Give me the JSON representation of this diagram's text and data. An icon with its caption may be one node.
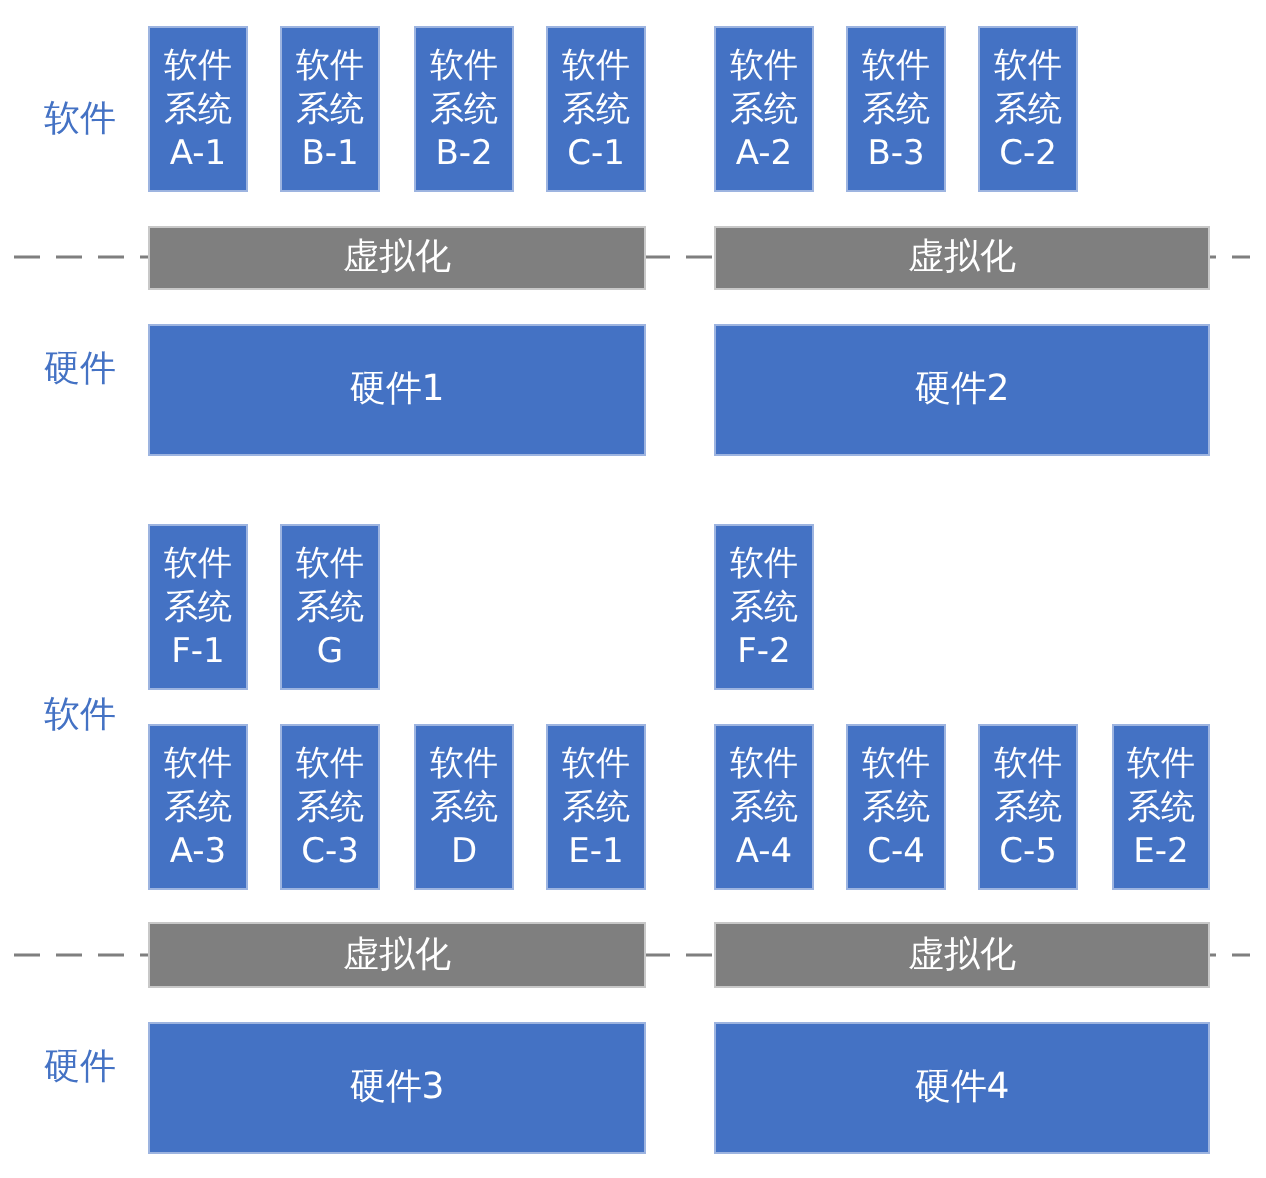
{
  "diagram": {
    "nodes": [
      {
        "text": [
          "软件系统A-1"
        ]
      },
      {
        "text": [
          "软件系统B-1"
        ]
      },
      {
        "text": [
          "软件系统B-2"
        ]
      },
      {
        "text": [
          "软件系统C-1"
        ]
      },
      {
        "text": [
          "软件系统A-2"
        ]
      },
      {
        "text": [
          "软件系统B-3"
        ]
      },
      {
        "text": [
          "软件系统C-2"
        ]
      },
      {
        "text": [
          "虚拟化"
        ]
      },
      {
        "text": [
          "虚拟化"
        ]
      },
      {
        "text": [
          "硬件1"
        ]
      },
      {
        "text": [
          "硬件2"
        ]
      },
      {
        "text": [
          "软件系统F-1"
        ]
      },
      {
        "text": [
          "软件系统G"
        ]
      },
      {
        "text": [
          "软件系统F-2"
        ]
      },
      {
        "text": [
          "软件系统A-3"
        ]
      },
      {
        "text": [
          "软件系统C-3"
        ]
      },
      {
        "text": [
          "软件系统D"
        ]
      },
      {
        "text": [
          "软件系统E-1"
        ]
      },
      {
        "text": [
          "软件系统A-4"
        ]
      },
      {
        "text": [
          "软件系统C-4"
        ]
      },
      {
        "text": [
          "软件系统C-5"
        ]
      },
      {
        "text": [
          "软件系统E-2"
        ]
      },
      {
        "text": [
          "虚拟化"
        ]
      },
      {
        "text": [
          "虚拟化"
        ]
      },
      {
        "text": [
          "硬件3"
        ]
      },
      {
        "text": [
          "硬件4"
        ]
      }
    ],
    "labels": [
      "软件",
      "硬件",
      "软件",
      "硬件"
    ]
  }
}
